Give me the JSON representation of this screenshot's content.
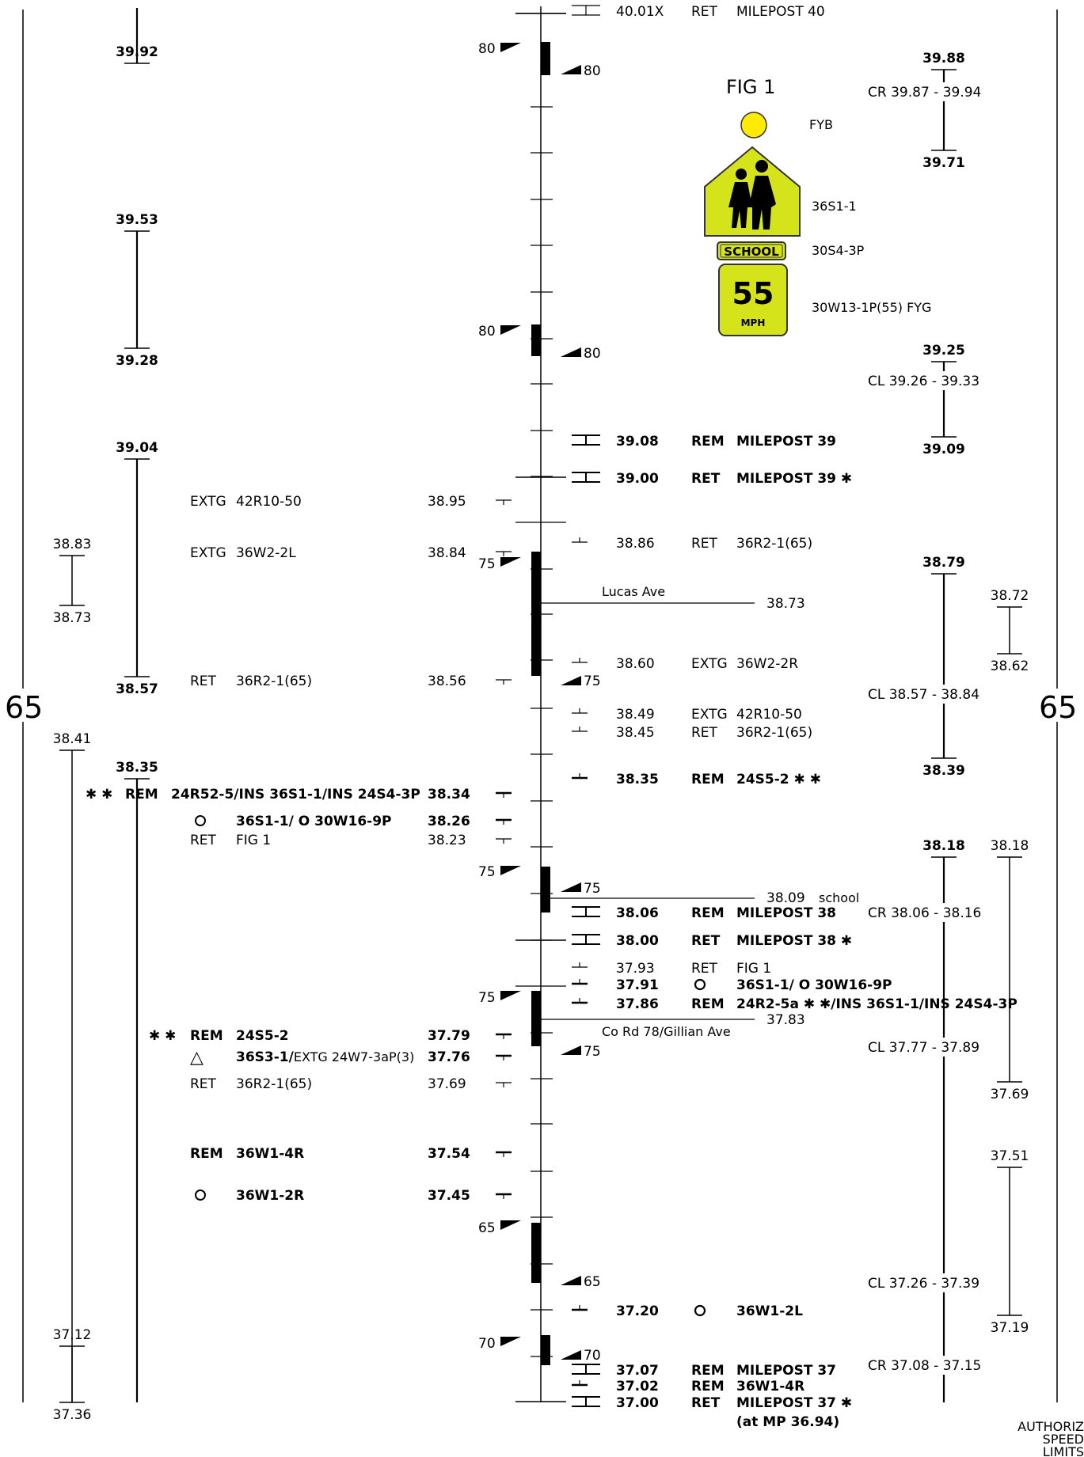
{
  "speed_limit_left": "65",
  "speed_limit_right": "65",
  "corner_label": [
    "AUTHORIZ",
    "SPEED",
    "LIMITS"
  ],
  "figure": {
    "title": "FIG 1",
    "beacon_label": "FYB",
    "sign1_label": "36S1-1",
    "plaque_text": "SCHOOL",
    "plaque_label": "30S4-3P",
    "speed_value": "55",
    "speed_unit": "MPH",
    "speed_label": "30W13-1P(55) FYG"
  },
  "brackets": [
    {
      "top": "39.92",
      "bottom": ""
    },
    {
      "top": "39.53",
      "bottom": "39.28"
    },
    {
      "top": "39.04",
      "bottom": "38.57"
    },
    {
      "top": "38.83",
      "bottom": "38.73"
    },
    {
      "top": "38.41",
      "bottom": "37.36"
    },
    {
      "top": "38.35",
      "bottom": ""
    },
    {
      "top": "37.12",
      "bottom": ""
    },
    {
      "top": "39.88",
      "bottom": "39.71"
    },
    {
      "top": "39.25",
      "bottom": "39.09"
    },
    {
      "top": "38.79",
      "bottom": "38.39"
    },
    {
      "top": "38.72",
      "bottom": "38.62"
    },
    {
      "top": "38.18",
      "bottom": ""
    },
    {
      "top": "38.18",
      "bottom": "37.69"
    },
    {
      "top": "37.51",
      "bottom": "37.19"
    }
  ],
  "ranges": [
    {
      "text": "CR 39.87 - 39.94"
    },
    {
      "text": "CL 39.26 - 39.33"
    },
    {
      "text": "CL 38.57 - 38.84"
    },
    {
      "text": "CR 38.06 - 38.16"
    },
    {
      "text": "CL 37.77 - 37.89"
    },
    {
      "text": "CL 37.26 - 37.39"
    },
    {
      "text": "CR 37.08 - 37.15"
    }
  ],
  "speed_zones": [
    {
      "left": "80",
      "right": "80"
    },
    {
      "left": "80",
      "right": "80"
    },
    {
      "left": "75",
      "right": "75"
    },
    {
      "left": "75",
      "right": "75"
    },
    {
      "left": "75",
      "right": "75"
    },
    {
      "left": "65",
      "right": "65"
    },
    {
      "left": "70",
      "right": "70"
    }
  ],
  "roads": [
    {
      "name": "Lucas Ave",
      "mp": "38.73"
    },
    {
      "name": "school",
      "mp": "38.09"
    },
    {
      "name": "Co Rd 78/Gillian Ave",
      "mp": "37.83"
    }
  ],
  "right_items": [
    {
      "mp": "40.01X",
      "action": "RET",
      "desc": "MILEPOST 40"
    },
    {
      "mp": "39.08",
      "action": "REM",
      "desc": "MILEPOST 39"
    },
    {
      "mp": "39.00",
      "action": "RET",
      "desc": "MILEPOST 39 ✱"
    },
    {
      "mp": "38.86",
      "action": "RET",
      "desc": "36R2-1(65)"
    },
    {
      "mp": "38.60",
      "action": "EXTG",
      "desc": "36W2-2R"
    },
    {
      "mp": "38.49",
      "action": "EXTG",
      "desc": "42R10-50"
    },
    {
      "mp": "38.45",
      "action": "RET",
      "desc": "36R2-1(65)"
    },
    {
      "mp": "38.35",
      "action": "REM",
      "desc": "24S5-2 ✱ ✱"
    },
    {
      "mp": "38.06",
      "action": "REM",
      "desc": "MILEPOST 38"
    },
    {
      "mp": "38.00",
      "action": "RET",
      "desc": "MILEPOST 38 ✱"
    },
    {
      "mp": "37.93",
      "action": "RET",
      "desc": "FIG 1"
    },
    {
      "mp": "37.91",
      "action": "O",
      "desc": "36S1-1/ O 30W16-9P"
    },
    {
      "mp": "37.86",
      "action": "REM",
      "desc": "24R2-5a ✱ ✱/INS 36S1-1/INS 24S4-3P"
    },
    {
      "mp": "37.20",
      "action": "O",
      "desc": "36W1-2L"
    },
    {
      "mp": "37.07",
      "action": "REM",
      "desc": "MILEPOST 37"
    },
    {
      "mp": "37.02",
      "action": "REM",
      "desc": "36W1-4R"
    },
    {
      "mp": "37.00",
      "action": "RET",
      "desc": "MILEPOST 37 ✱"
    }
  ],
  "right_note": "(at MP 36.94)",
  "left_items": [
    {
      "prefix": "",
      "action": "EXTG",
      "desc": "42R10-50",
      "mp": "38.95"
    },
    {
      "prefix": "",
      "action": "EXTG",
      "desc": "36W2-2L",
      "mp": "38.84"
    },
    {
      "prefix": "",
      "action": "RET",
      "desc": "36R2-1(65)",
      "mp": "38.56"
    },
    {
      "prefix": "✱ ✱",
      "action": "REM",
      "desc": "24R52-5/INS 36S1-1/INS 24S4-3P",
      "mp": "38.34"
    },
    {
      "prefix": "",
      "action": "O",
      "desc": "36S1-1/ O 30W16-9P",
      "mp": "38.26"
    },
    {
      "prefix": "",
      "action": "RET",
      "desc": "FIG 1",
      "mp": "38.23"
    },
    {
      "prefix": "✱ ✱",
      "action": "REM",
      "desc": "24S5-2",
      "mp": "37.79"
    },
    {
      "prefix": "",
      "action": "△",
      "desc": "36S3-1/",
      "desc2": "EXTG 24W7-3aP(3)",
      "mp": "37.76"
    },
    {
      "prefix": "",
      "action": "RET",
      "desc": "36R2-1(65)",
      "mp": "37.69"
    },
    {
      "prefix": "",
      "action": "REM",
      "desc": "36W1-4R",
      "mp": "37.54"
    },
    {
      "prefix": "",
      "action": "O",
      "desc": "36W1-2R",
      "mp": "37.45"
    }
  ]
}
